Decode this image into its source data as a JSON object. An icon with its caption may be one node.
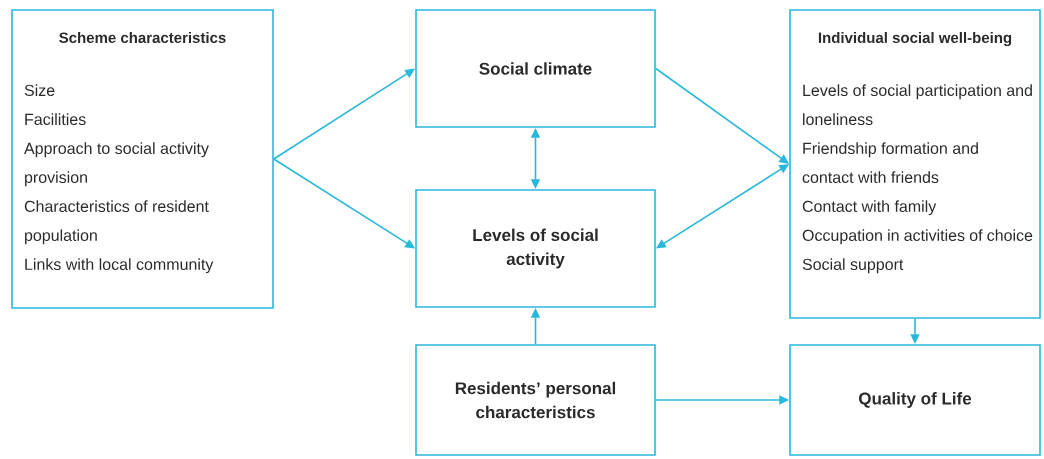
{
  "diagram": {
    "nodes": [
      {
        "text": [
          "Scheme characteristics",
          "Size",
          "Facilities",
          "Approach to social activity provision",
          "Characteristics of resident population",
          "Links with local community"
        ]
      },
      {
        "text": [
          "Social climate"
        ]
      },
      {
        "text": [
          "Levels of social activity"
        ]
      },
      {
        "text": [
          "Individual social well-being",
          "Levels of social participation and loneliness",
          "Friendship formation and contact with friends",
          "Contact with family",
          "Occupation in activities of choice",
          "Social support"
        ]
      },
      {
        "text": [
          "Residents’ personal characteristics"
        ]
      },
      {
        "text": [
          "Quality of Life"
        ]
      }
    ],
    "edges": [
      {
        "from": 0,
        "to": 1,
        "arrow": "to"
      },
      {
        "from": 0,
        "to": 2,
        "arrow": "to"
      },
      {
        "from": 1,
        "to": 2,
        "arrow": "both"
      },
      {
        "from": 1,
        "to": 3,
        "arrow": "to"
      },
      {
        "from": 3,
        "to": 2,
        "arrow": "both"
      },
      {
        "from": 4,
        "to": 2,
        "arrow": "to"
      },
      {
        "from": 4,
        "to": 5,
        "arrow": "to"
      },
      {
        "from": 3,
        "to": 5,
        "arrow": "to"
      }
    ]
  }
}
